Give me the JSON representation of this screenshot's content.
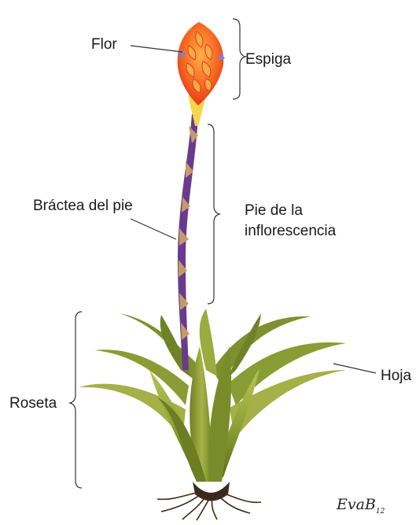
{
  "labels": {
    "flor": "Flor",
    "espiga": "Espiga",
    "bractea": "Bráctea del pie",
    "pie_line1": "Pie de la",
    "pie_line2": "inflorescencia",
    "roseta": "Roseta",
    "hoja": "Hoja"
  },
  "signature": {
    "name": "EvaB",
    "year": "12"
  },
  "colors": {
    "flower_red": "#f0441c",
    "flower_orange": "#f98a2a",
    "flower_yellow": "#f7d54a",
    "stalk_purple": "#6b3a8c",
    "stalk_tan": "#c59a6a",
    "leaf_green": "#8fa436",
    "leaf_dark": "#5f6e1e",
    "leaf_light": "#b6bf5a",
    "root_dark": "#3a2a1e",
    "line": "#333333"
  }
}
